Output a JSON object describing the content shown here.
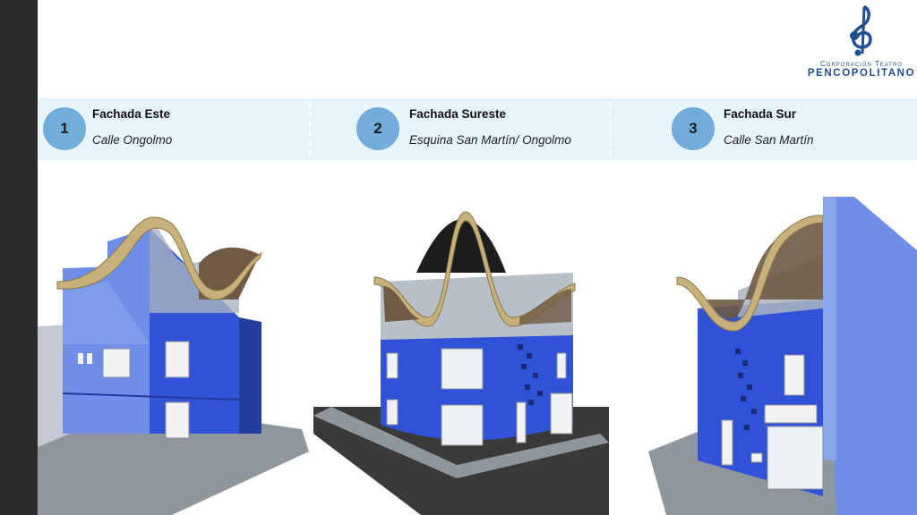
{
  "logo": {
    "org_label": "Corporación Teatro",
    "name": "PENCOPOLITANO"
  },
  "facades": [
    {
      "number": "1",
      "title": "Fachada Este",
      "subtitle": "Calle Ongolmo"
    },
    {
      "number": "2",
      "title": "Fachada Sureste",
      "subtitle": "Esquina San Martín/ Ongolmo"
    },
    {
      "number": "3",
      "title": "Fachada Sur",
      "subtitle": "Calle San Martín"
    }
  ],
  "colors": {
    "sidebar": "#2b2b2b",
    "band": "#e6f5fc",
    "badge": "#72acd8",
    "facade_blue": "#2f52d6",
    "roof_gold": "#c7b07a"
  }
}
